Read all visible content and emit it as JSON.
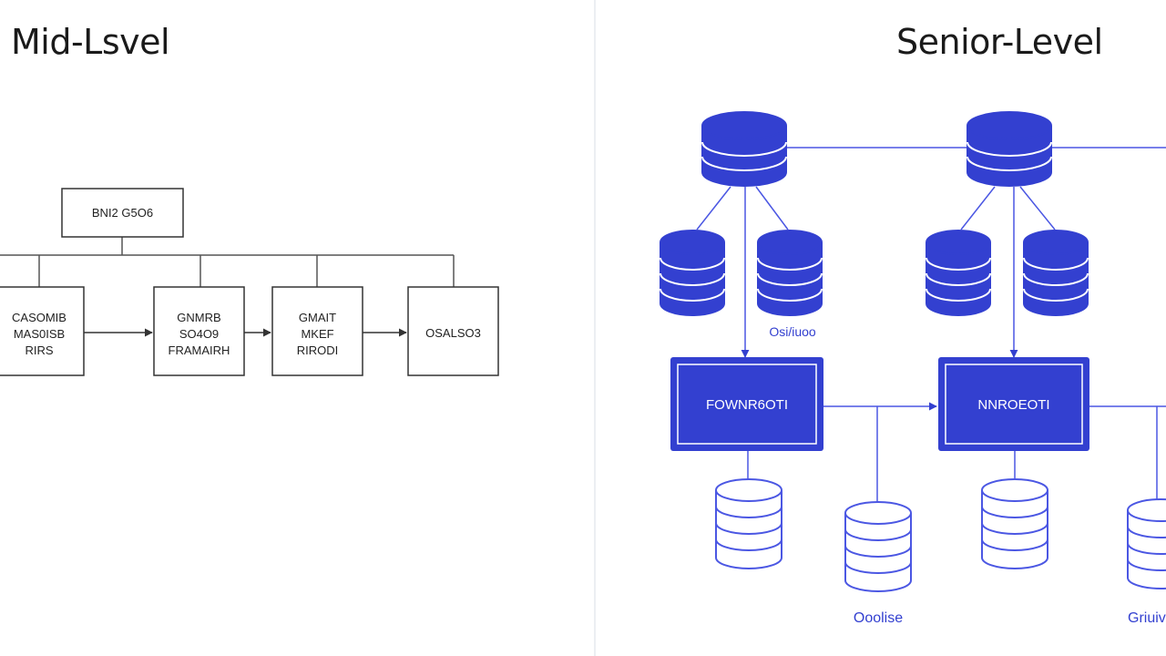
{
  "titles": {
    "left": "Mid-Lsvel",
    "right": "Senior-Level"
  },
  "colors": {
    "blue": "#3340d0",
    "blue_light": "#4b57e3",
    "gray": "#333333",
    "background": "#ffffff"
  },
  "mid_level": {
    "top_box": "BNI2 G5O6",
    "boxes": [
      [
        "CASOMIB",
        "MAS0ISB",
        "RIRS"
      ],
      [
        "GNMRB",
        "SO4O9",
        "FRAMAIRH"
      ],
      [
        "GMAIT",
        "MKEF",
        "RIRODI"
      ],
      [
        "OSALSO3"
      ]
    ]
  },
  "senior_level": {
    "label_mid": "Osi/iuoo",
    "box_left": "FOWNR6OTI",
    "box_right": "NNROEOTI",
    "label_bottom_left": "Ooolise",
    "label_bottom_right": "Griuiv"
  }
}
